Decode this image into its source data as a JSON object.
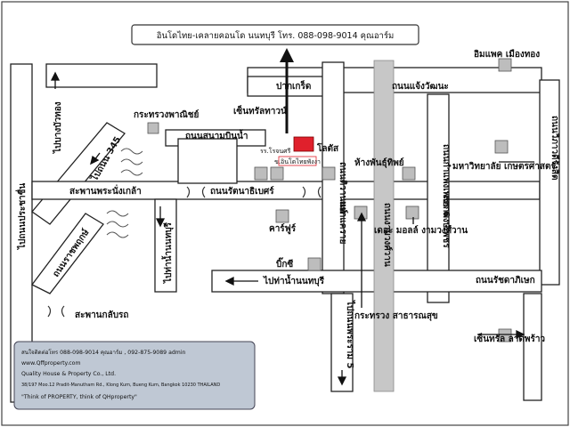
{
  "title": "อินโดไทย-เคลายคอนโด นนทบุรี โทร. 088-098-9014 คุณอาร์ม",
  "roads": {
    "pak_kret": "ปากเกร็ด",
    "central": "เซ็นทรัลทาวน์",
    "sanambinnam": "ถนนสนามบินน้ำ",
    "rattanathibet": "ถนนรัตนาธิเบศร์",
    "ngamwongwan": "ถนนงามวงศ์วาน",
    "chaengwattana": "ถนนแจ้งวัฒนะ",
    "tiwanon": "ถนนติวานนท์",
    "khae_rai": "แยกแคราย",
    "phong_phet": "แยกพงษ์เพชร",
    "vibhavadi": "ถนนวิภาวดีรังสิต",
    "kamphaengphet6": "ถนนกำแพงเพชร 6",
    "ratchaphruek": "ถนนราชพฤกษ์",
    "bang_bua_thong": "ไปบางบัวทอง",
    "road_345": "ไปถนน 345",
    "to_tha_nam": "ไปท่าน้ำนนทบุรี",
    "to_tha_nam2": "ไปท่าน้ำนนทบุรี",
    "to_prachachuen": "ไปถนนประชาชื่น",
    "lat_phrao": "ถนนรัชดาภิเษก",
    "phra_ram5": "ไปถนนพระราม 5"
  },
  "places": {
    "ministry_commerce": "กระทรวงพาณิชย์",
    "rr_somrak": "รร.โรจนศรี",
    "condo": "ข.อินโดไทยพังงา",
    "lotus": "โลตัส",
    "department_store": "ห้างพันธุ์ทิพย์",
    "carrefour": "คาร์ฟูร์",
    "big_c": "บิ๊กซี",
    "the_mall": "เดอะ มอลล์ งามวงศ์วาน",
    "ministry_health": "กระทรวง สาธารณสุข",
    "kasetsart": "มหาวิทยาลัย เกษตรศาสตร์",
    "impact": "อิมแพค เมืองทอง",
    "central_ladprao": "เซ็นทรัล ลาดพร้าว",
    "phra_nang_klao": "สะพานพระนั่งเกล้า",
    "krung_thon": "สะพานกลับรถ"
  },
  "info_box": {
    "line1": "สนใจติดต่อโทร 088-098-9014 คุณอาร์ม , 092-875-9089 admin",
    "line2": "www.Qffproperty.com",
    "line3": "Quality House & Property Co., Ltd.",
    "line4": "38/197 Moo.12 Pradit-Manutham Rd., Klong Kum, Bueng Kum, Bangkok 10230 THAILAND",
    "line5": "\"Think of PROPERTY, think of QHproperty\""
  },
  "colors": {
    "road_border": "#222222",
    "building": "#bdbdbd",
    "expressway": "#c7c7c7",
    "condo_marker": "#e0202c",
    "info_box": "#bfc8d4"
  }
}
